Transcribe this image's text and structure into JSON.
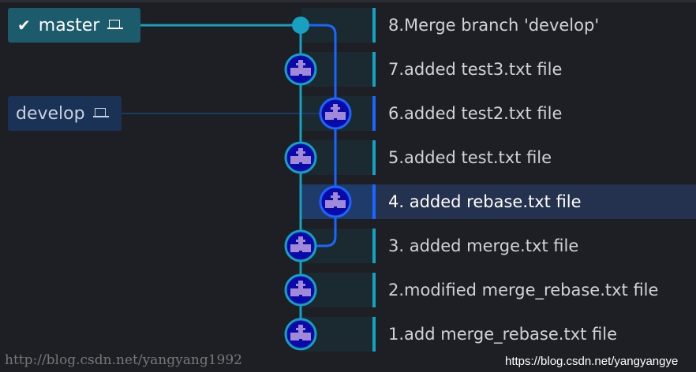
{
  "branches": [
    {
      "name": "master",
      "checked": true,
      "icon": "laptop-icon",
      "color": "#1b5b6b"
    },
    {
      "name": "develop",
      "checked": false,
      "icon": "laptop-icon",
      "color": "#193256"
    }
  ],
  "commits": [
    {
      "message": "8.Merge branch 'develop'",
      "lane": 0,
      "type": "merge"
    },
    {
      "message": "7.added test3.txt file",
      "lane": 0
    },
    {
      "message": "6.added test2.txt file",
      "lane": 1
    },
    {
      "message": "5.added test.txt file",
      "lane": 0
    },
    {
      "message": "4. added rebase.txt file",
      "lane": 1,
      "selected": true
    },
    {
      "message": "3. added merge.txt file",
      "lane": 0
    },
    {
      "message": "2.modified merge_rebase.txt file",
      "lane": 0
    },
    {
      "message": "1.add merge_rebase.txt file",
      "lane": 0
    }
  ],
  "colors": {
    "master_lane": "#18a0c0",
    "develop_lane": "#1a66ff",
    "selected_row": "#25324f"
  },
  "watermark": {
    "back": "http://blog.csdn.net/yangyang1992",
    "front": "https://blog.csdn.net/yangyangye"
  }
}
